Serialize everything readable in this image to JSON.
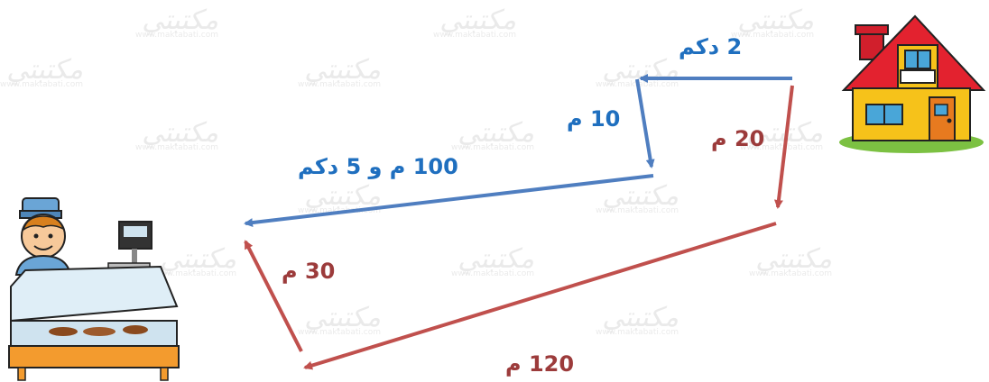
{
  "labels": {
    "blue_top": "2 دكم",
    "blue_middle": "10 م",
    "blue_long": "100 م و 5 دكم",
    "red_right": "20 م",
    "red_bottom": "120 م",
    "red_left": "30 م"
  },
  "watermark": {
    "logo_text": "مكتبتي",
    "site": "www.maktabati.com"
  },
  "colors": {
    "blue_path": "#4f7ec0",
    "red_path": "#c0504d",
    "blue_text": "#1f6fbf",
    "red_text": "#9c3b3b"
  }
}
